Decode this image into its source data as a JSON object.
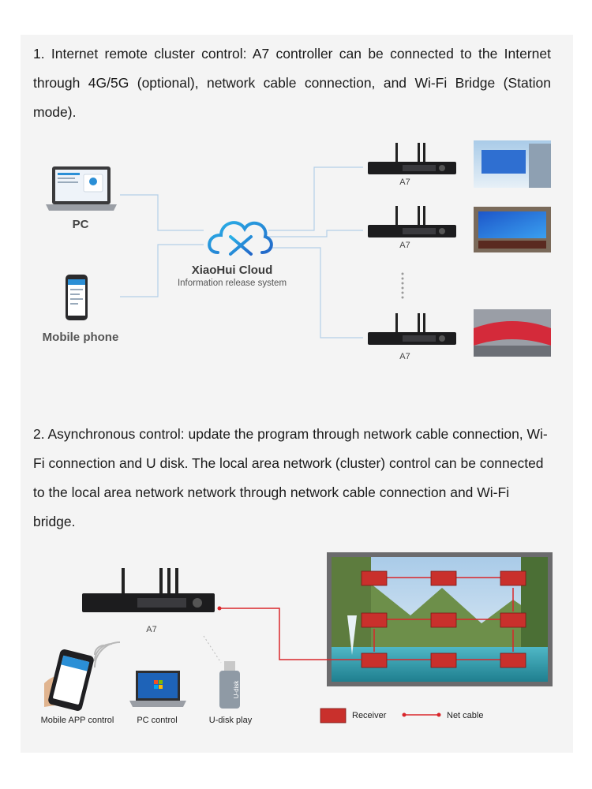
{
  "section1": {
    "text": "1. Internet remote cluster control: A7 controller can be connected to the Internet through 4G/5G (optional), network cable connection, and Wi-Fi Bridge (Station mode).",
    "pc_label": "PC",
    "phone_label": "Mobile phone",
    "cloud_title": "XiaoHui Cloud",
    "cloud_subtitle": "Information release system",
    "controllers": [
      {
        "label": "A7"
      },
      {
        "label": "A7"
      },
      {
        "label": "A7"
      }
    ]
  },
  "section2": {
    "text": "2. Asynchronous control: update the program through network cable connection, Wi-Fi connection and U disk. The local area network (cluster) control can be connected to the local area network network through network cable connection and Wi-Fi bridge.",
    "controller_label": "A7",
    "mobile_app_label": "Mobile APP control",
    "pc_control_label": "PC control",
    "udisk_label": "U-disk play",
    "udisk_text": "U-disk",
    "legend_receiver": "Receiver",
    "legend_net_cable": "Net cable"
  },
  "colors": {
    "line_blue": "#a9c8e6",
    "cloud_blue": "#2b8fd6",
    "cable_red": "#d9262b",
    "receiver_red": "#c9302c",
    "device_black": "#1c1c1e"
  }
}
